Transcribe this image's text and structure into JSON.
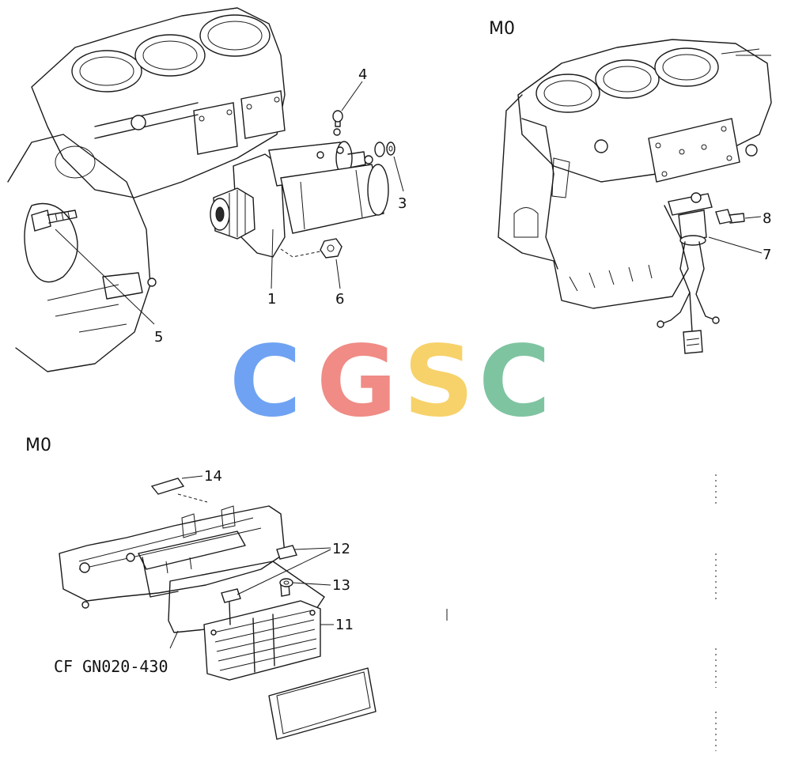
{
  "sections": {
    "top_right_code": "M0",
    "bottom_left_code": "M0"
  },
  "callouts": {
    "c1": "1",
    "c3": "3",
    "c4": "4",
    "c5": "5",
    "c6": "6",
    "c7": "7",
    "c8": "8",
    "c11": "11",
    "c12": "12",
    "c13": "13",
    "c14": "14"
  },
  "reference_note": "CF GN020-430",
  "watermark": {
    "letters": [
      "C",
      "G",
      "S",
      "C"
    ],
    "colors": [
      "#6fa2f2",
      "#f08b85",
      "#f7d26a",
      "#7fc4a1"
    ]
  }
}
